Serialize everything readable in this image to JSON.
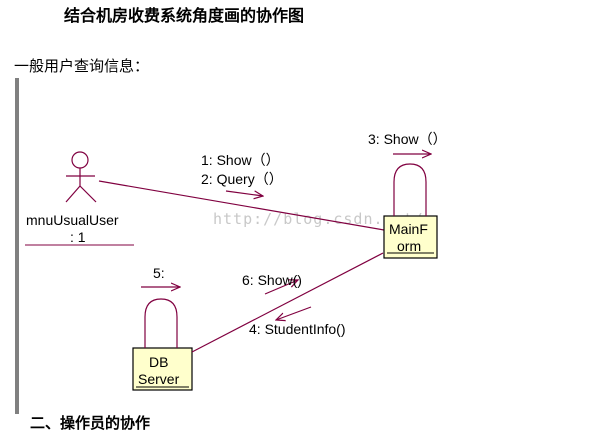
{
  "title": "结合机房收费系统角度画的协作图",
  "section_heading": "一般用户查询信息：",
  "bottom_text": "二、操作员的协作",
  "watermark": "http://blog.csdn.net/",
  "colors": {
    "line": "#800040",
    "object_fill": "#ffffcc",
    "object_border": "#000000",
    "frame": "#808080"
  },
  "actor": {
    "icon": "stick-figure-icon",
    "name_line1": "mnuUsualUser",
    "name_line2": ": 1"
  },
  "objects": {
    "mainform": {
      "line1": "MainF",
      "line2": "orm"
    },
    "dbserver": {
      "line1": "DB",
      "line2": "Server"
    }
  },
  "messages": {
    "m1": "1: Show（）",
    "m2": "2: Query（）",
    "m3": "3: Show（）",
    "m4": "4: StudentInfo()",
    "m5": "5:",
    "m6": "6: Show()"
  }
}
